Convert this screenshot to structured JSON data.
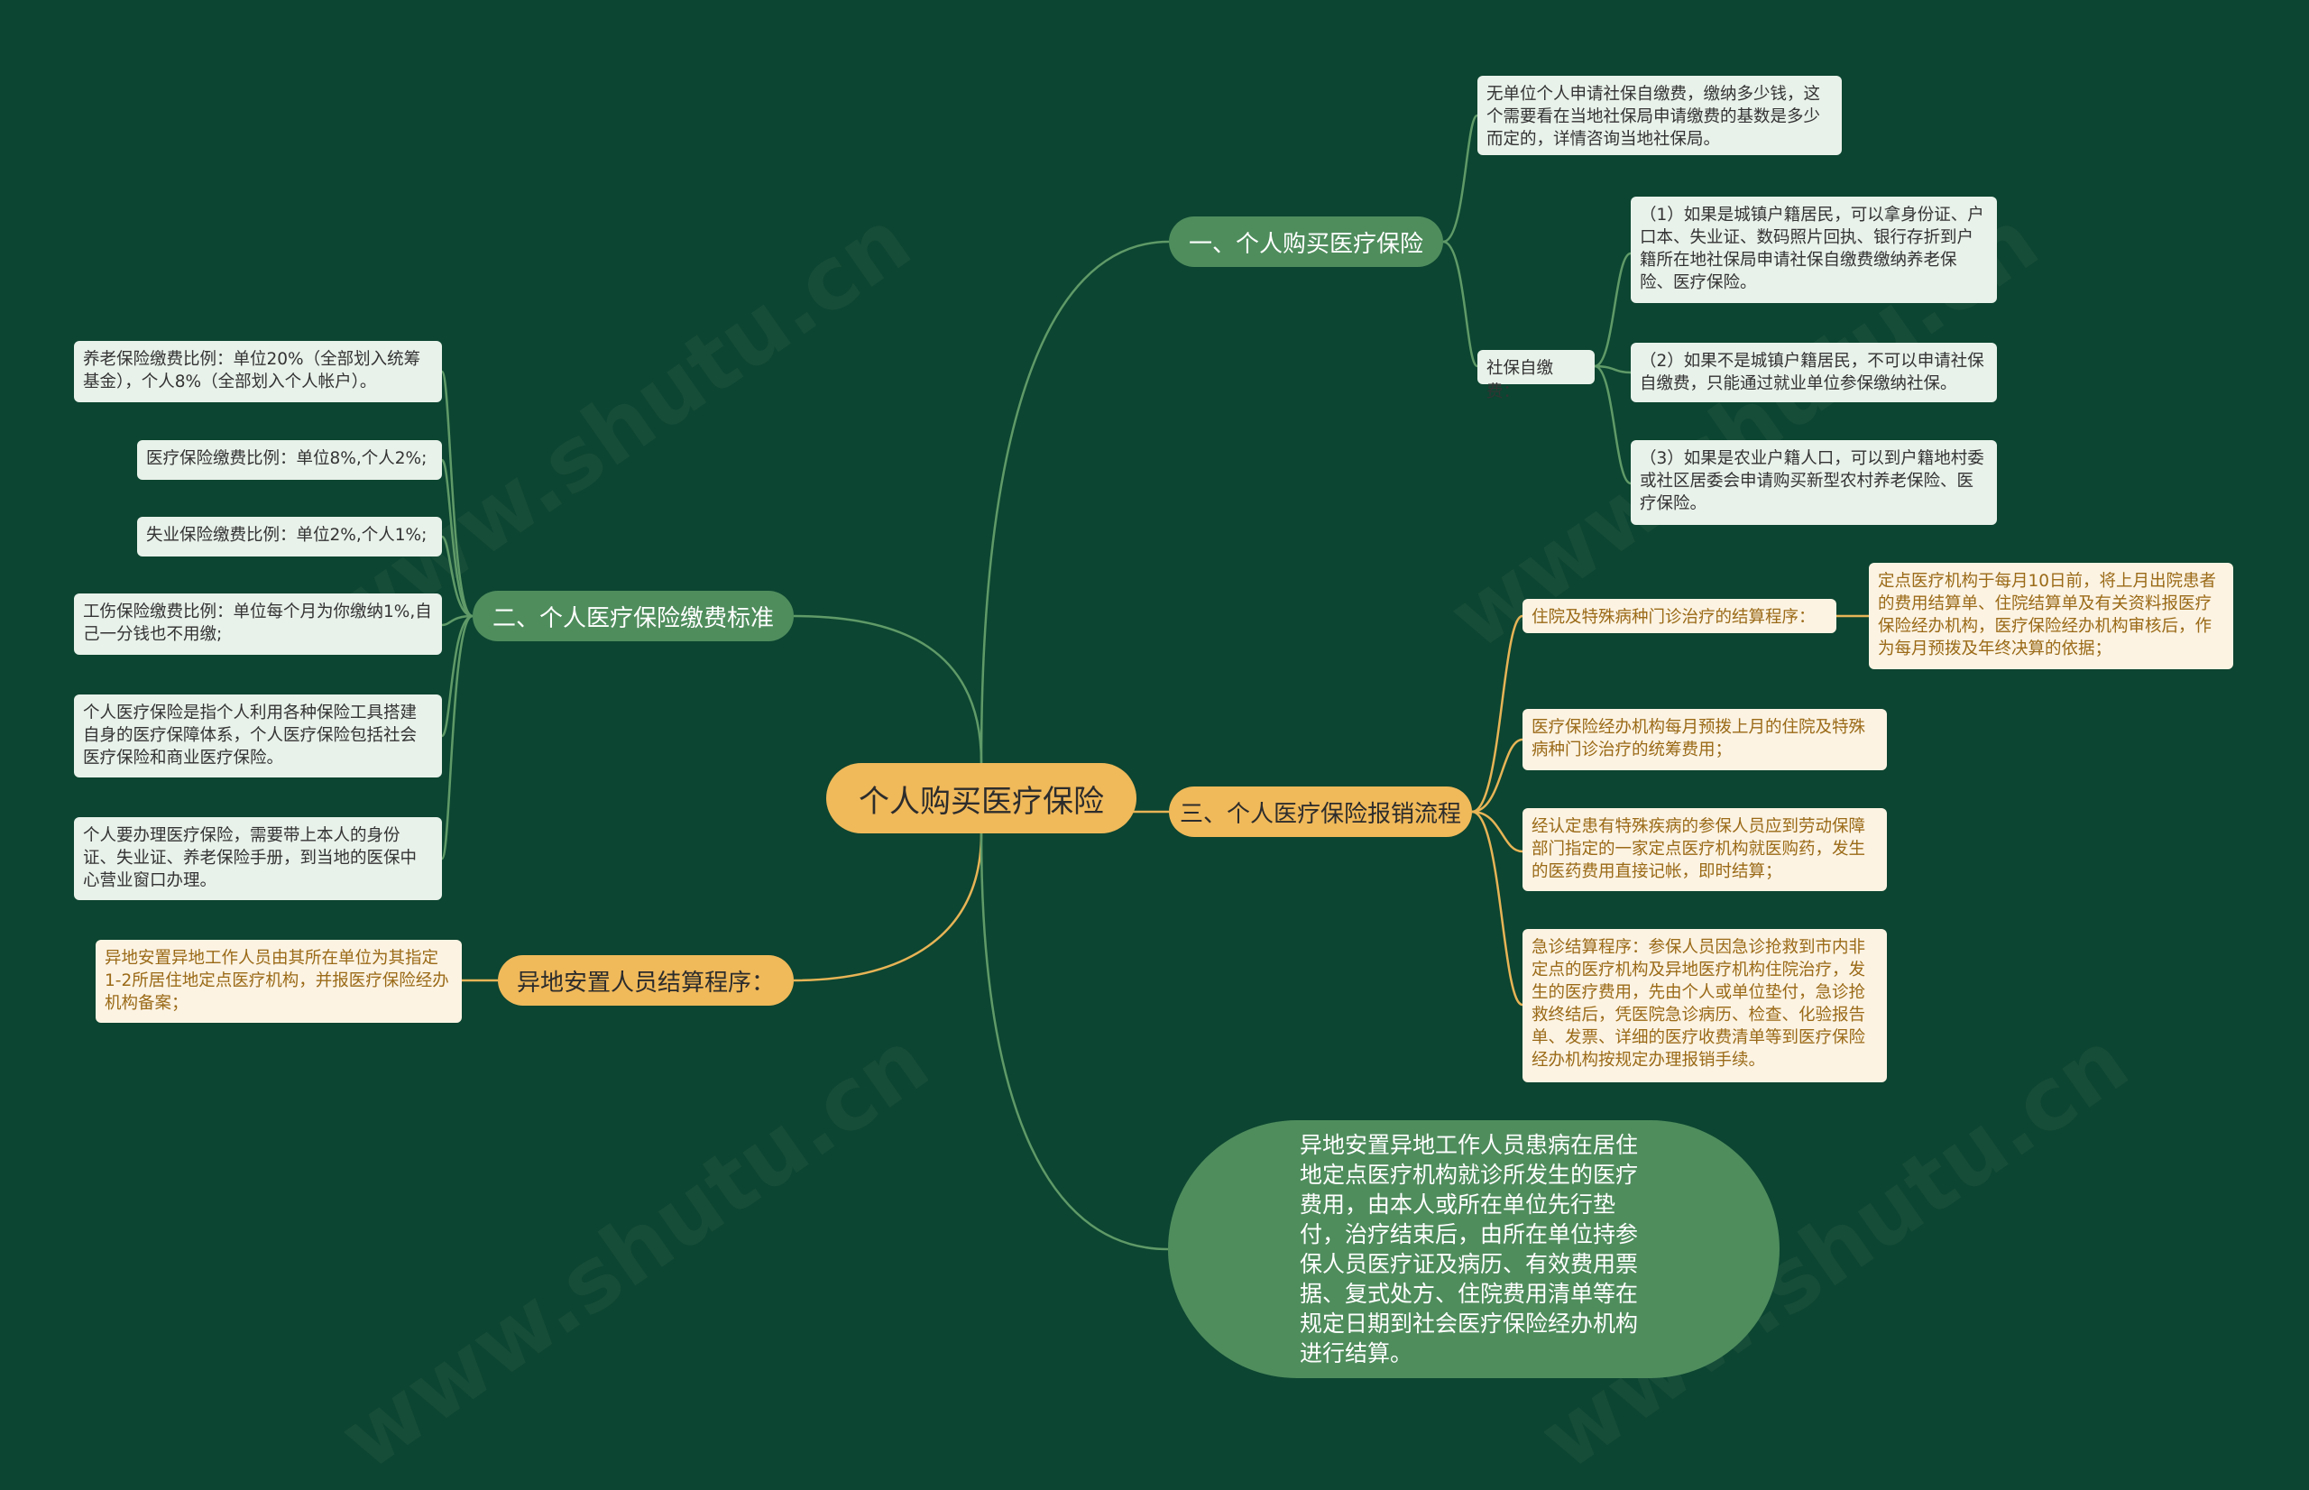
{
  "root": {
    "label": "个人购买医疗保险"
  },
  "branch1": {
    "label": "一、个人购买医疗保险",
    "note": "无单位个人申请社保自缴费，缴纳多少钱，这个需要看在当地社保局申请缴费的基数是多少而定的，详情咨询当地社保局。",
    "sub_label": "社保自缴费：",
    "sub_items": [
      "（1）如果是城镇户籍居民，可以拿身份证、户口本、失业证、数码照片回执、银行存折到户籍所在地社保局申请社保自缴费缴纳养老保险、医疗保险。",
      "（2）如果不是城镇户籍居民，不可以申请社保自缴费，只能通过就业单位参保缴纳社保。",
      "（3）如果是农业户籍人口，可以到户籍地村委或社区居委会申请购买新型农村养老保险、医疗保险。"
    ]
  },
  "branch2": {
    "label": "二、个人医疗保险缴费标准",
    "items": [
      "养老保险缴费比例：单位20%（全部划入统筹基金），个人8%（全部划入个人帐户）。",
      "医疗保险缴费比例：单位8%,个人2%;",
      "失业保险缴费比例：单位2%,个人1%;",
      "工伤保险缴费比例：单位每个月为你缴纳1%,自己一分钱也不用缴;",
      "个人医疗保险是指个人利用各种保险工具搭建自身的医疗保障体系，个人医疗保险包括社会医疗保险和商业医疗保险。",
      "个人要办理医疗保险，需要带上本人的身份证、失业证、养老保险手册，到当地的医保中心营业窗口办理。"
    ]
  },
  "branch3": {
    "label": "三、个人医疗保险报销流程",
    "sub_label": "住院及特殊病种门诊治疗的结算程序：",
    "sub_note": "定点医疗机构于每月10日前，将上月出院患者的费用结算单、住院结算单及有关资料报医疗保险经办机构，医疗保险经办机构审核后，作为每月预拨及年终决算的依据；",
    "items": [
      "医疗保险经办机构每月预拨上月的住院及特殊病种门诊治疗的统筹费用；",
      "经认定患有特殊疾病的参保人员应到劳动保障部门指定的一家定点医疗机构就医购药，发生的医药费用直接记帐，即时结算；",
      "急诊结算程序：参保人员因急诊抢救到市内非定点的医疗机构及异地医疗机构住院治疗，发生的医疗费用，先由个人或单位垫付，急诊抢救终结后，凭医院急诊病历、检查、化验报告单、发票、详细的医疗收费清单等到医疗保险经办机构按规定办理报销手续。"
    ]
  },
  "branch4": {
    "label": "异地安置人员结算程序：",
    "note": "异地安置异地工作人员由其所在单位为其指定1-2所居住地定点医疗机构，并报医疗保险经办机构备案；"
  },
  "bubble": {
    "text": "异地安置异地工作人员患病在居住地定点医疗机构就诊所发生的医疗费用，由本人或所在单位先行垫付，治疗结束后，由所在单位持参保人员医疗证及病历、有效费用票据、复式处方、住院费用清单等在规定日期到社会医疗保险经办机构进行结算。"
  },
  "watermark": "www.shutu.cn",
  "colors": {
    "background": "#0c4531",
    "green_branch": "#4f8d5d",
    "orange_branch": "#f0b95a",
    "green_line": "#5f9a68",
    "orange_line": "#e7b456"
  }
}
